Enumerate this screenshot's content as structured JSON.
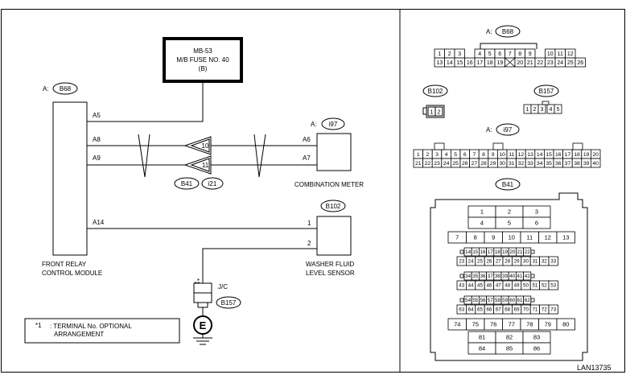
{
  "fuse": {
    "line1": "MB-53",
    "line2": "M/B FUSE NO. 40",
    "line3": "(B)"
  },
  "frcm": {
    "connector_prefix": "A:",
    "connector": "B68",
    "label_line1": "FRONT RELAY",
    "label_line2": "CONTROL MODULE",
    "pins": {
      "a5": "A5",
      "a8": "A8",
      "a9": "A9",
      "a14": "A14"
    }
  },
  "meter": {
    "connector_prefix": "A:",
    "connector": "i97",
    "label": "COMBINATION METER",
    "pins": {
      "a6": "A6",
      "a7": "A7"
    }
  },
  "joints": {
    "j10": "10",
    "j11": "11",
    "b41": "B41",
    "i21": "i21"
  },
  "washer": {
    "connector": "B102",
    "label_line1": "WASHER FLUID",
    "label_line2": "LEVEL SENSOR",
    "pin1": "1",
    "pin2": "2"
  },
  "ground": {
    "jc": "J/C",
    "connector": "B157",
    "star": "*1",
    "e": "E"
  },
  "note": {
    "mark": "*1",
    "line1": ": TERMINAL No. OPTIONAL",
    "line2": "ARRANGEMENT"
  },
  "right": {
    "b68": {
      "prefix": "A:",
      "name": "B68",
      "row1": [
        "1",
        "2",
        "3",
        "4",
        "5",
        "6",
        "7",
        "8",
        "9",
        "10",
        "11",
        "12"
      ],
      "row2": [
        "13",
        "14",
        "15",
        "16",
        "17",
        "18",
        "19",
        "20",
        "21",
        "22",
        "23",
        "24",
        "25",
        "26"
      ]
    },
    "b102": {
      "name": "B102",
      "pins": [
        "1",
        "2"
      ]
    },
    "b157": {
      "name": "B157",
      "pins": [
        "1",
        "2",
        "3",
        "4",
        "5"
      ]
    },
    "i97": {
      "prefix": "A:",
      "name": "i97",
      "row1": [
        "1",
        "2",
        "3",
        "4",
        "5",
        "6",
        "7",
        "8",
        "9",
        "10",
        "11",
        "12",
        "13",
        "14",
        "15",
        "16",
        "17",
        "18",
        "19",
        "20"
      ],
      "row2": [
        "21",
        "22",
        "23",
        "24",
        "25",
        "26",
        "27",
        "28",
        "29",
        "30",
        "31",
        "32",
        "33",
        "34",
        "35",
        "36",
        "37",
        "38",
        "39",
        "40"
      ]
    },
    "b41": {
      "name": "B41",
      "rows": [
        [
          "1",
          "2",
          "3"
        ],
        [
          "4",
          "5",
          "6"
        ],
        [
          "7",
          "8",
          "9",
          "10",
          "11",
          "12",
          "13"
        ],
        [
          "14",
          "15",
          "16",
          "17",
          "18",
          "19",
          "20",
          "21",
          "22"
        ],
        [
          "23",
          "24",
          "25",
          "26",
          "27",
          "28",
          "29",
          "30",
          "31",
          "32",
          "33"
        ],
        [
          "34",
          "35",
          "36",
          "37",
          "38",
          "39",
          "40",
          "41",
          "42"
        ],
        [
          "43",
          "44",
          "45",
          "46",
          "47",
          "48",
          "49",
          "50",
          "51",
          "52",
          "53"
        ],
        [
          "54",
          "55",
          "56",
          "57",
          "58",
          "59",
          "60",
          "61",
          "62"
        ],
        [
          "63",
          "64",
          "65",
          "66",
          "67",
          "68",
          "69",
          "70",
          "71",
          "72",
          "73"
        ],
        [
          "74",
          "75",
          "76",
          "77",
          "78",
          "79",
          "80"
        ],
        [
          "81",
          "82",
          "83"
        ],
        [
          "84",
          "85",
          "86"
        ]
      ]
    }
  },
  "footer": {
    "code": "LAN13735"
  }
}
